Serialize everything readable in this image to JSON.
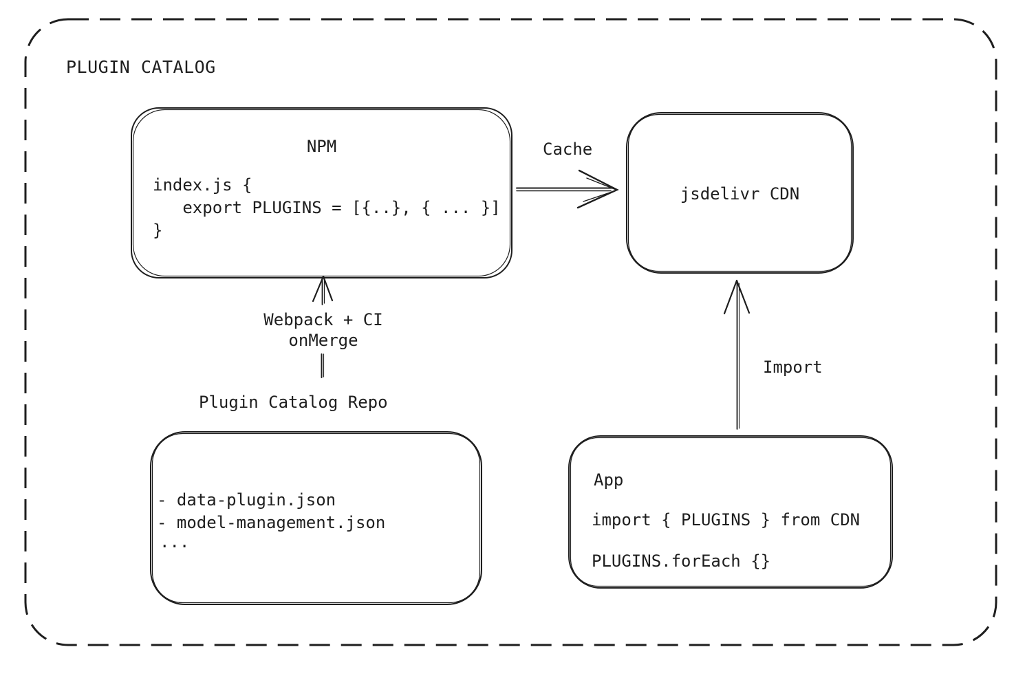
{
  "title": "PLUGIN CATALOG",
  "colors": {
    "stroke": "#1e1e1e",
    "background": "#ffffff"
  },
  "npm_box": {
    "title": "NPM",
    "code_lines": [
      "index.js {",
      "   export PLUGINS = [{..}, { ... }]",
      "}"
    ]
  },
  "cdn_box": {
    "label": "jsdelivr CDN"
  },
  "repo_box": {
    "label": "Plugin Catalog Repo",
    "files": [
      "- data-plugin.json",
      "- model-management.json",
      "..."
    ]
  },
  "app_box": {
    "title": "App",
    "code_lines": [
      "import { PLUGINS } from CDN",
      "PLUGINS.forEach {}"
    ]
  },
  "arrows": {
    "cache": {
      "label": "Cache"
    },
    "build": {
      "label_line_1": "Webpack + CI",
      "label_line_2": "onMerge"
    },
    "import": {
      "label": "Import"
    }
  }
}
